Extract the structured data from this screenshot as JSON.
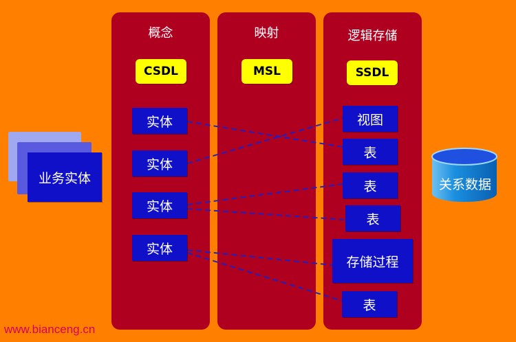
{
  "columns": [
    {
      "title": "概念",
      "tag": "CSDL"
    },
    {
      "title": "映射",
      "tag": "MSL"
    },
    {
      "title": "逻辑存储",
      "tag": "SSDL"
    }
  ],
  "business_entity": "业务实体",
  "entities": [
    "实体",
    "实体",
    "实体",
    "实体"
  ],
  "storage_items": [
    "视图",
    "表",
    "表",
    "表",
    "存储过程",
    "表"
  ],
  "database_label": "关系数据",
  "watermark": "www.bianceng.cn",
  "colors": {
    "background": "#FF8000",
    "panel": "#B00020",
    "tag": "#FFFF00",
    "box": "#1010C8",
    "link": "#2020C0",
    "database": "#1A8FE0"
  }
}
